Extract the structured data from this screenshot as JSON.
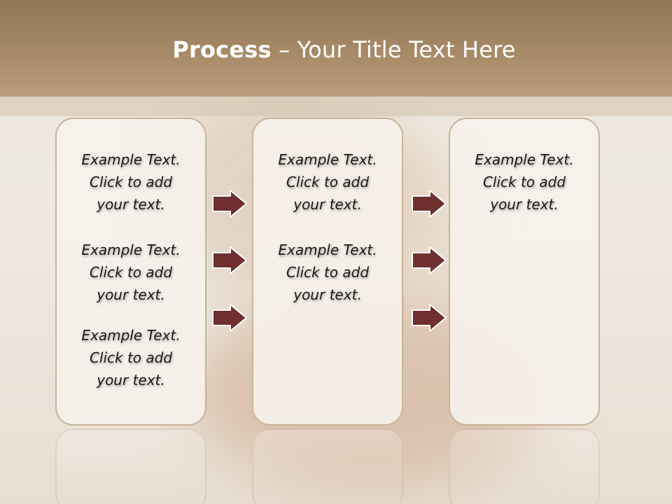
{
  "slide": {
    "title_bold": "Process",
    "title_rest": "– Your Title Text Here",
    "colors": {
      "header": "#a78a67",
      "box_border": "#c9b396",
      "arrow_fill": "#6e2f2e",
      "arrow_stroke": "#ffffff"
    },
    "columns": [
      {
        "items": [
          {
            "line1": "Example Text.",
            "line2": "Click  to add",
            "line3": "your text."
          },
          {
            "line1": "Example Text.",
            "line2": "Click  to add",
            "line3": "your text."
          },
          {
            "line1": "Example Text.",
            "line2": "Click  to add",
            "line3": "your text."
          }
        ]
      },
      {
        "items": [
          {
            "line1": "Example Text.",
            "line2": "Click  to add",
            "line3": "your text."
          },
          {
            "line1": "Example Text.",
            "line2": "Click  to add",
            "line3": "your text."
          }
        ]
      },
      {
        "items": [
          {
            "line1": "Example Text.",
            "line2": "Click  to add",
            "line3": "your text."
          }
        ]
      }
    ],
    "arrow_icon": "right-arrow-icon"
  }
}
